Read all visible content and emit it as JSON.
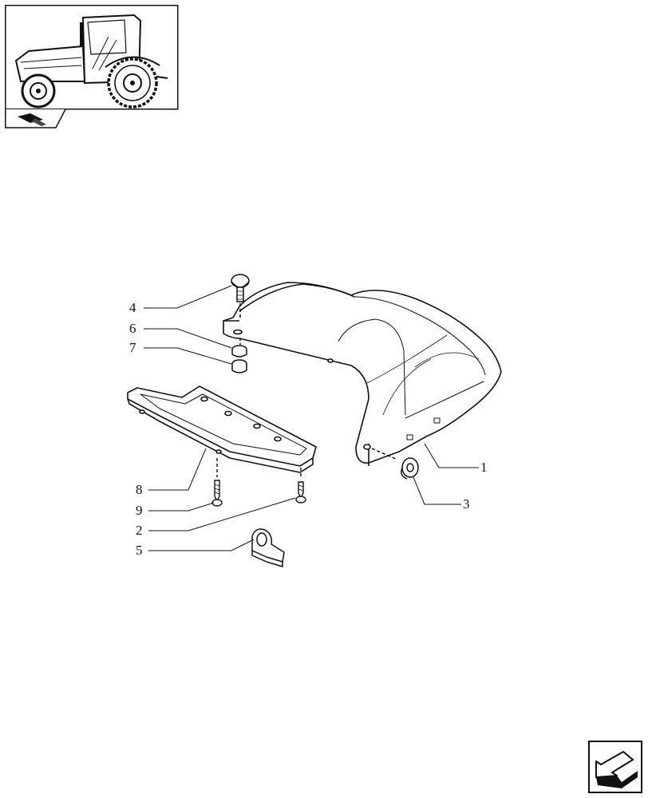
{
  "thumbnail": {
    "icon": "tractor-icon",
    "caption_icon": "book-arrow-icon"
  },
  "navigation": {
    "next_icon": "next-page-arrow-icon"
  },
  "diagram": {
    "parts": [
      {
        "id": "1",
        "label": "1",
        "name": "fender"
      },
      {
        "id": "2",
        "label": "2",
        "name": "screw"
      },
      {
        "id": "3",
        "label": "3",
        "name": "rubber-washer"
      },
      {
        "id": "4",
        "label": "4",
        "name": "bolt"
      },
      {
        "id": "5",
        "label": "5",
        "name": "clamp"
      },
      {
        "id": "6",
        "label": "6",
        "name": "washer"
      },
      {
        "id": "7",
        "label": "7",
        "name": "nut"
      },
      {
        "id": "8",
        "label": "8",
        "name": "step"
      },
      {
        "id": "9",
        "label": "9",
        "name": "screw"
      }
    ]
  }
}
